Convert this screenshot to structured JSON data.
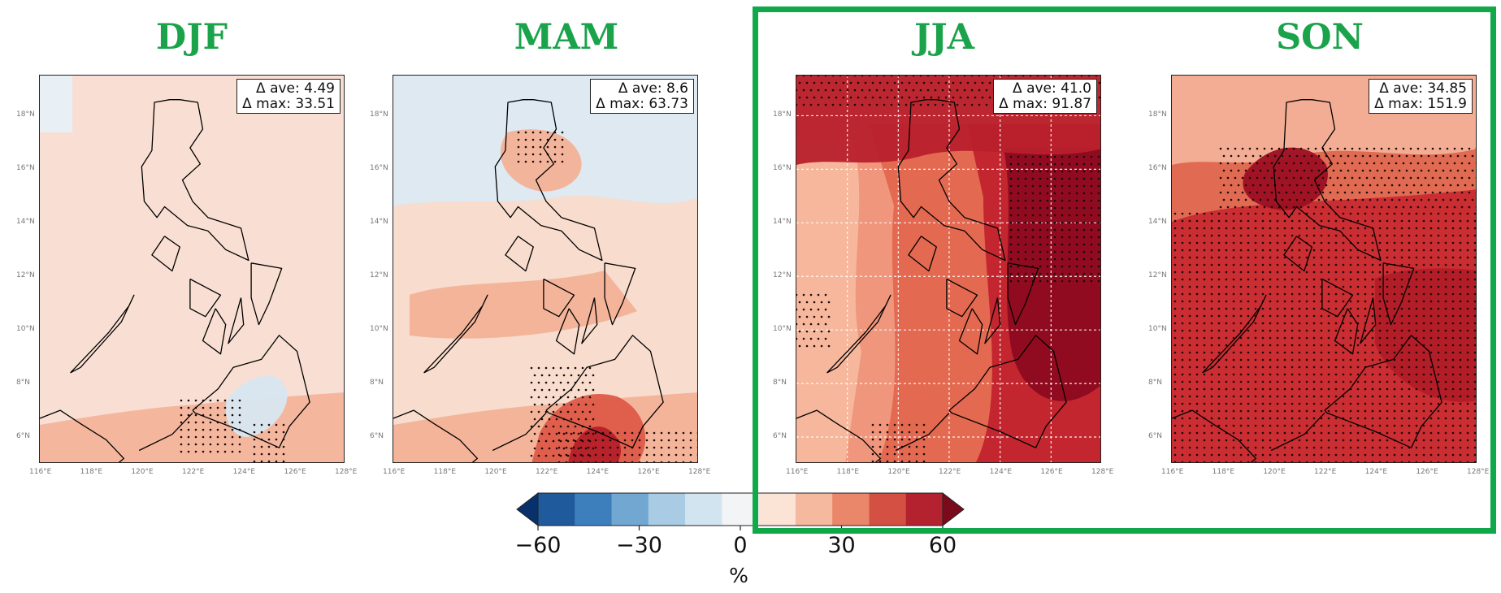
{
  "panels": [
    {
      "season": "DJF",
      "delta_ave": "Δ ave: 4.49",
      "delta_max": "Δ max: 33.51",
      "background_color": "#f9dfd3",
      "features": [
        {
          "color": "#e8f0f7",
          "shape": "nw-corner"
        },
        {
          "color": "#f3b49b",
          "shape": "south-band"
        },
        {
          "color": "#d7e6f1",
          "shape": "mindanao"
        }
      ],
      "stippling": "south-strip"
    },
    {
      "season": "MAM",
      "delta_ave": "Δ ave: 8.6",
      "delta_max": "Δ max: 63.73",
      "background_color": "#f8dccd",
      "features": [
        {
          "color": "#dce9f3",
          "shape": "north-half"
        },
        {
          "color": "#f3b197",
          "shape": "luzon-patches"
        },
        {
          "color": "#f3b197",
          "shape": "south-band"
        },
        {
          "color": "#dd5a48",
          "shape": "south-hotspot"
        },
        {
          "color": "#b51f28",
          "shape": "south-core"
        }
      ],
      "stippling": "south-and-north-patch"
    },
    {
      "season": "JJA",
      "delta_ave": "Δ ave: 41.0",
      "delta_max": "Δ max: 91.87",
      "background_color": "#f0967c",
      "features": [
        {
          "color": "#f5b89e",
          "shape": "west-strip"
        },
        {
          "color": "#e3664f",
          "shape": "center-band"
        },
        {
          "color": "#c2232d",
          "shape": "east-half"
        },
        {
          "color": "#8d0a1f",
          "shape": "east-core"
        },
        {
          "color": "#b8202c",
          "shape": "north-band"
        }
      ],
      "stippling": "east-and-north"
    },
    {
      "season": "SON",
      "delta_ave": "Δ ave: 34.85",
      "delta_max": "Δ max: 151.9",
      "background_color": "#e06a52",
      "features": [
        {
          "color": "#f2b198",
          "shape": "north-band"
        },
        {
          "color": "#c82a30",
          "shape": "center-body"
        },
        {
          "color": "#9c0f22",
          "shape": "luzon-core"
        },
        {
          "color": "#b01c28",
          "shape": "east-patch"
        }
      ],
      "stippling": "widespread"
    }
  ],
  "lat_ticks": [
    "18°N",
    "16°N",
    "14°N",
    "12°N",
    "10°N",
    "8°N",
    "6°N"
  ],
  "lon_ticks": [
    "116°E",
    "118°E",
    "120°E",
    "122°E",
    "124°E",
    "126°E",
    "128°E"
  ],
  "colorbar": {
    "unit": "%",
    "ticks": [
      {
        "value": -60,
        "label": "−60"
      },
      {
        "value": -30,
        "label": "−30"
      },
      {
        "value": 0,
        "label": "0"
      },
      {
        "value": 30,
        "label": "30"
      },
      {
        "value": 60,
        "label": "60"
      }
    ],
    "range": [
      -60,
      60
    ],
    "colors": [
      "#08306b",
      "#1f5a9c",
      "#3d7fbd",
      "#72a7d1",
      "#a9cce4",
      "#d3e4f1",
      "#f2f4f6",
      "#fbe3d6",
      "#f5b99f",
      "#ea876b",
      "#d45043",
      "#b42230",
      "#7a0b1d"
    ]
  },
  "highlight": {
    "panel": "JJA",
    "color": "#10a849"
  }
}
